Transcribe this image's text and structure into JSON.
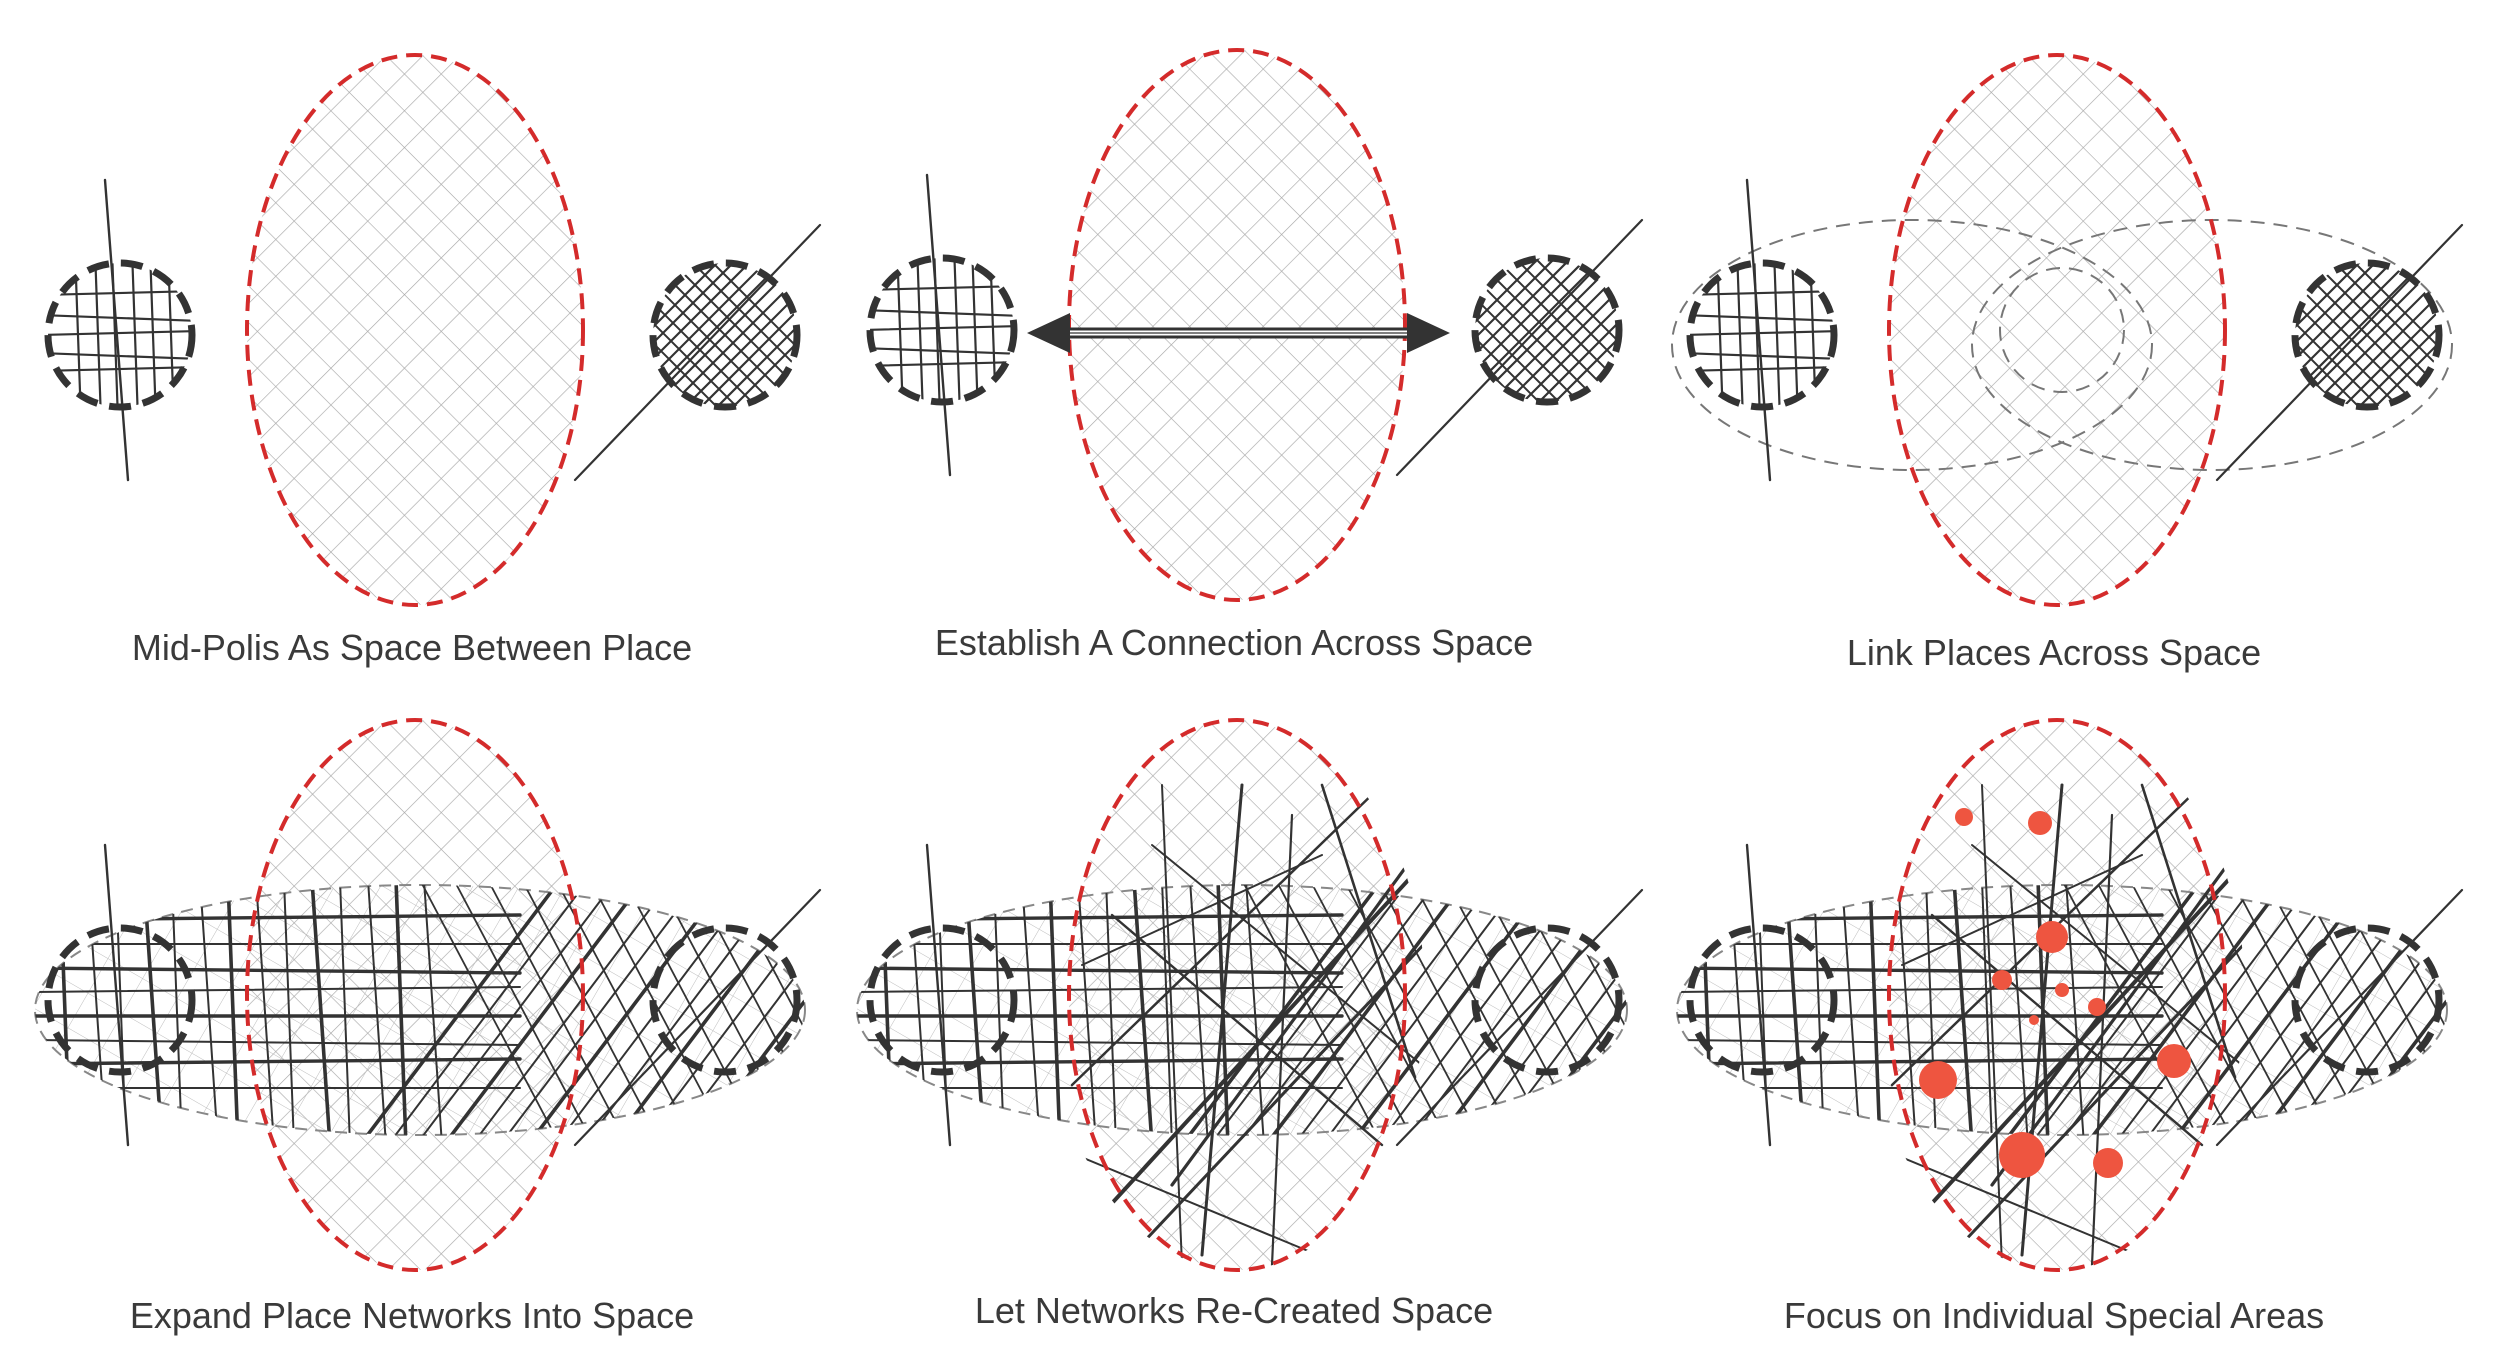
{
  "colors": {
    "accent": "#d42b2b",
    "ink": "#333333",
    "grid": "#9a9a9a",
    "hotspot": "#ee5540"
  },
  "panels": [
    {
      "caption": "Mid-Polis As Space Between Place",
      "stage": 1
    },
    {
      "caption": "Establish A Connection Across Space",
      "stage": 2
    },
    {
      "caption": "Link Places Across Space",
      "stage": 3
    },
    {
      "caption": "Expand Place Networks Into Space",
      "stage": 4
    },
    {
      "caption": "Let Networks Re-Created Space",
      "stage": 5
    },
    {
      "caption": "Focus on Individual Special Areas",
      "stage": 6
    }
  ]
}
